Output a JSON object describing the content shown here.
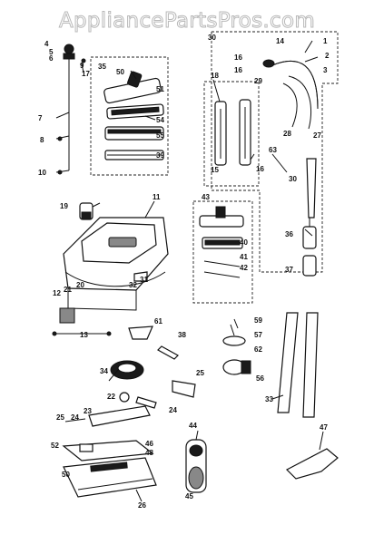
{
  "watermark": "AppliancePartsPros.com",
  "labels": {
    "l1": "1",
    "l2": "2",
    "l3": "3",
    "l4": "4",
    "l5": "5",
    "l6": "6",
    "l7": "7",
    "l8": "8",
    "l9": "9",
    "l10": "10",
    "l11": "11",
    "l12": "12",
    "l13": "13",
    "l14": "14",
    "l15": "15",
    "l16": "16",
    "l16b": "16",
    "l16c": "16",
    "l17": "17",
    "l18": "18",
    "l19": "19",
    "l20": "20",
    "l21": "21",
    "l22": "22",
    "l23": "23",
    "l24": "24",
    "l24b": "24",
    "l25": "25",
    "l25b": "25",
    "l26": "26",
    "l27": "27",
    "l28": "28",
    "l29": "29",
    "l30": "30",
    "l30b": "30",
    "l31": "31",
    "l32": "32",
    "l33": "33",
    "l34": "34",
    "l35": "35",
    "l36": "36",
    "l37": "37",
    "l38": "38",
    "l39": "39",
    "l40": "40",
    "l41": "41",
    "l42": "42",
    "l43": "43",
    "l44": "44",
    "l45": "45",
    "l46": "46",
    "l47": "47",
    "l48": "48",
    "l50": "50",
    "l50b": "50",
    "l51": "51",
    "l52": "52",
    "l54": "54",
    "l55": "55",
    "l56": "56",
    "l57": "57",
    "l59": "59",
    "l61": "61",
    "l62": "62",
    "l63": "63"
  }
}
